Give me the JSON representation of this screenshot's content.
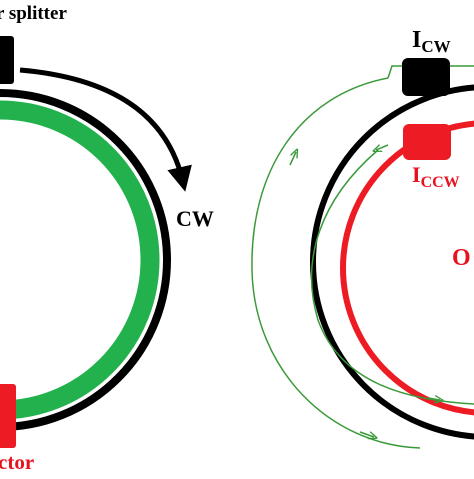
{
  "labels": {
    "splitter": "r splitter",
    "cw_arrow": "CW",
    "detector": "ctor",
    "i_cw_main": "I",
    "i_cw_sub": "CW",
    "i_ccw_main": "I",
    "i_ccw_sub": "CCW",
    "right_partial": "O"
  },
  "colors": {
    "ring_black": "#000000",
    "fiber_green": "#22b14c",
    "detector_red": "#ed1c24",
    "label_red": "#e8121e",
    "path_green": "#3a9a3a"
  }
}
